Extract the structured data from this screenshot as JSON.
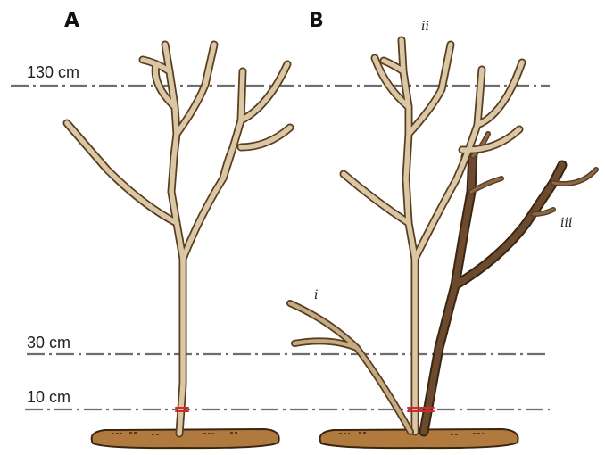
{
  "panels": {
    "a": {
      "letter": "A"
    },
    "b": {
      "letter": "B"
    }
  },
  "height_lines": [
    {
      "label": "130 cm"
    },
    {
      "label": "30 cm"
    },
    {
      "label": "10 cm"
    }
  ],
  "branch_labels": {
    "i": "i",
    "ii": "ii",
    "iii": "iii"
  },
  "colors": {
    "young_wood_fill": "#d9c7a5",
    "wood_outline": "#5a3c1e",
    "old_wood_fill": "#6b4a2f",
    "soil": "#b07a3f",
    "guide_line": "#6e6e6e",
    "cut_mark": "#d22a2a"
  }
}
